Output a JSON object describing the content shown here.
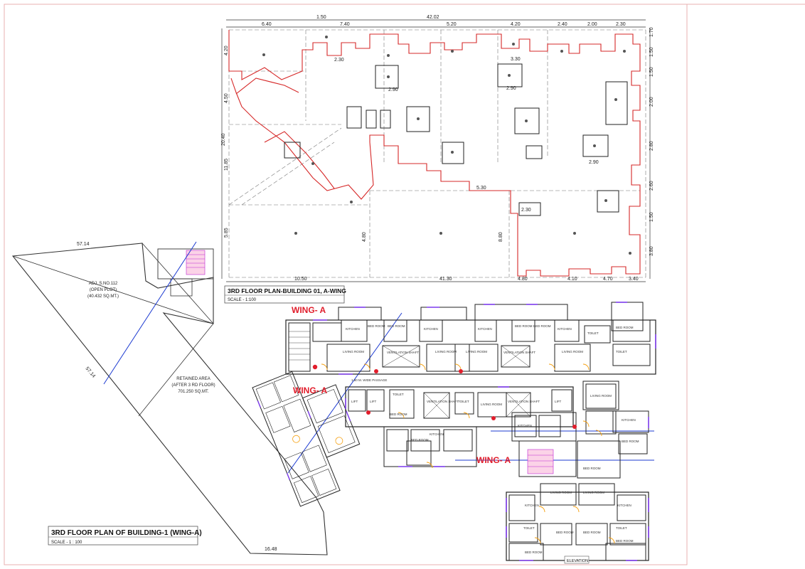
{
  "top_plan": {
    "title": "3RD FLOOR PLAN-BUILDING 01, A-WING",
    "scale": "SCALE - 1:100",
    "dims_top": [
      "1.50",
      "42.02",
      "6.40",
      "7.40",
      "5.20",
      "4.20",
      "2.40",
      "2.00",
      "2.30"
    ],
    "dims_left": [
      "4.20",
      "4.50",
      "20.40",
      "11.85",
      "5.85"
    ],
    "dims_right": [
      "1.70",
      "1.50",
      "1.50",
      "2.00",
      "2.80",
      "2.60",
      "1.50",
      "3.80"
    ],
    "dims_bottom": [
      "10.50",
      "41.30",
      "4.80",
      "4.10",
      "4.70",
      "3.40"
    ],
    "dims_inner": [
      "2.30",
      "2.90",
      "2.90",
      "3.30",
      "2.90",
      "2.30",
      "5.30",
      "4.80",
      "8.80"
    ]
  },
  "site_plan": {
    "title": "3RD FLOOR PLAN OF BUILDING-1 (WING-A)",
    "scale": "SCALE - 1 : 100",
    "adj_line1": "ADJ. S.NO.112",
    "adj_line2": "(OPEN PLOT)",
    "adj_line3": "(40.432 SQ.MT.)",
    "retained_line1": "RETAINED AREA",
    "retained_line2": "(AFTER 3 RD FLOOR)",
    "retained_line3": "701.250 SQ.MT.",
    "dim_top": "57.14",
    "dim_diag": "57.14",
    "dim_bottom": "16.48"
  },
  "wing_labels": [
    "WING- A",
    "WING- A",
    "WING- A"
  ],
  "passage": "1.80 M. WIDE PASSAGE",
  "room_labels": {
    "kitchen": "KITCHEN",
    "bedroom": "BED ROOM",
    "living": "LIVING ROOM",
    "toilet": "TOILET",
    "lift": "LIFT",
    "vent": "VENTILATION SHAFT"
  },
  "elevation": "ELEVATION"
}
